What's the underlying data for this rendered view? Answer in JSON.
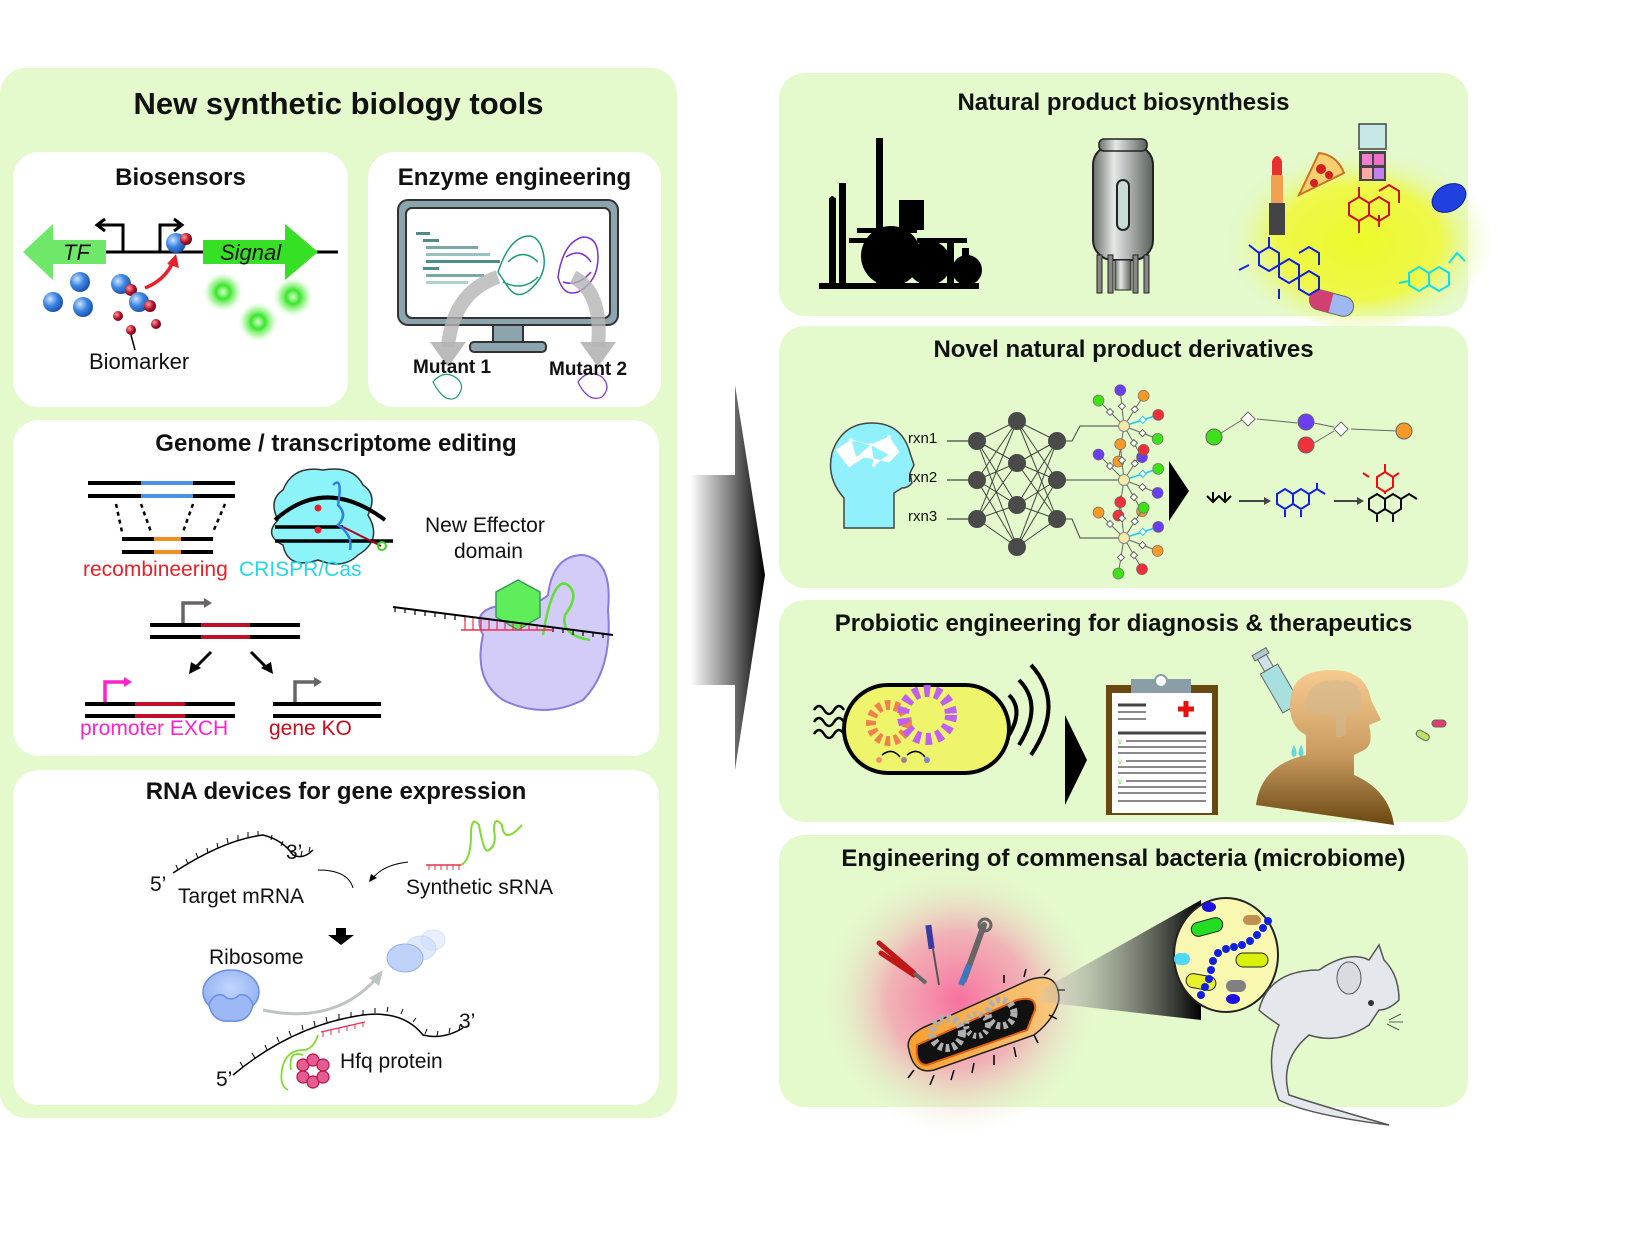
{
  "left_panel": {
    "title": "New synthetic biology tools",
    "biosensors": {
      "title": "Biosensors",
      "tf_label": "TF",
      "signal_label": "Signal",
      "biomarker_label": "Biomarker"
    },
    "enzyme": {
      "title": "Enzyme engineering",
      "mutant1": "Mutant 1",
      "mutant2": "Mutant 2"
    },
    "genome": {
      "title": "Genome / transcriptome editing",
      "recombineering": "recombineering",
      "crispr": "CRISPR/Cas",
      "effector_line1": "New Effector",
      "effector_line2": "domain",
      "promoter_exch": "promoter EXCH",
      "gene_ko": "gene KO"
    },
    "rna": {
      "title": "RNA devices for gene expression",
      "five_prime_1": "5’",
      "three_prime_1": "3’",
      "target_mrna": "Target mRNA",
      "synthetic_srna": "Synthetic sRNA",
      "ribosome": "Ribosome",
      "five_prime_2": "5’",
      "three_prime_2": "3’",
      "hfq": "Hfq protein"
    }
  },
  "right_panels": {
    "natural_product": {
      "title": "Natural product biosynthesis"
    },
    "derivatives": {
      "title": "Novel natural product derivatives",
      "inputs": [
        "rxn1",
        "rxn2",
        "rxn3"
      ]
    },
    "probiotic": {
      "title": "Probiotic engineering for diagnosis & therapeutics"
    },
    "commensal": {
      "title": "Engineering of commensal bacteria (microbiome)"
    }
  },
  "colors": {
    "panel_bg": "#e4f9cc",
    "card_bg": "#ffffff",
    "recombineering": "#e8202a",
    "crispr": "#22d8e8",
    "promoter_exch": "#ff22cc",
    "gene_ko": "#cc0a1e",
    "arrow_green": "#6fe86a"
  }
}
